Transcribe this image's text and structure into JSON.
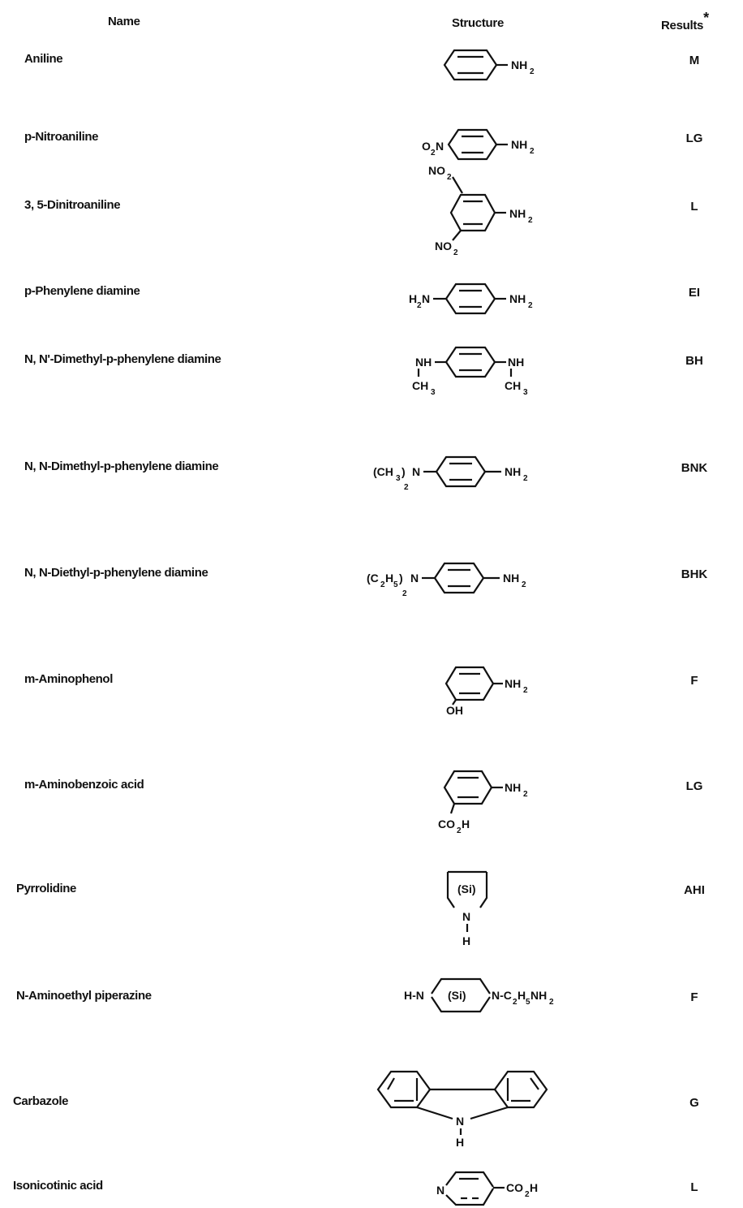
{
  "header": {
    "name": "Name",
    "structure": "Structure",
    "results": "Results"
  },
  "rows": [
    {
      "name": "Aniline",
      "result": "M"
    },
    {
      "name": "p-Nitroaniline",
      "result": "LG"
    },
    {
      "name": "3, 5-Dinitroaniline",
      "result": "L"
    },
    {
      "name": "p-Phenylene diamine",
      "result": "EI"
    },
    {
      "name": "N, N'-Dimethyl-p-phenylene diamine",
      "result": "BH"
    },
    {
      "name": "N, N-Dimethyl-p-phenylene diamine",
      "result": "BNK"
    },
    {
      "name": "N, N-Diethyl-p-phenylene diamine",
      "result": "BHK"
    },
    {
      "name": "m-Aminophenol",
      "result": "F"
    },
    {
      "name": "m-Aminobenzoic acid",
      "result": "LG"
    },
    {
      "name": "Pyrrolidine",
      "result": "AHI"
    },
    {
      "name": "N-Aminoethyl piperazine",
      "result": "F"
    },
    {
      "name": "Carbazole",
      "result": "G"
    },
    {
      "name": "Isonicotinic acid",
      "result": "L"
    }
  ]
}
